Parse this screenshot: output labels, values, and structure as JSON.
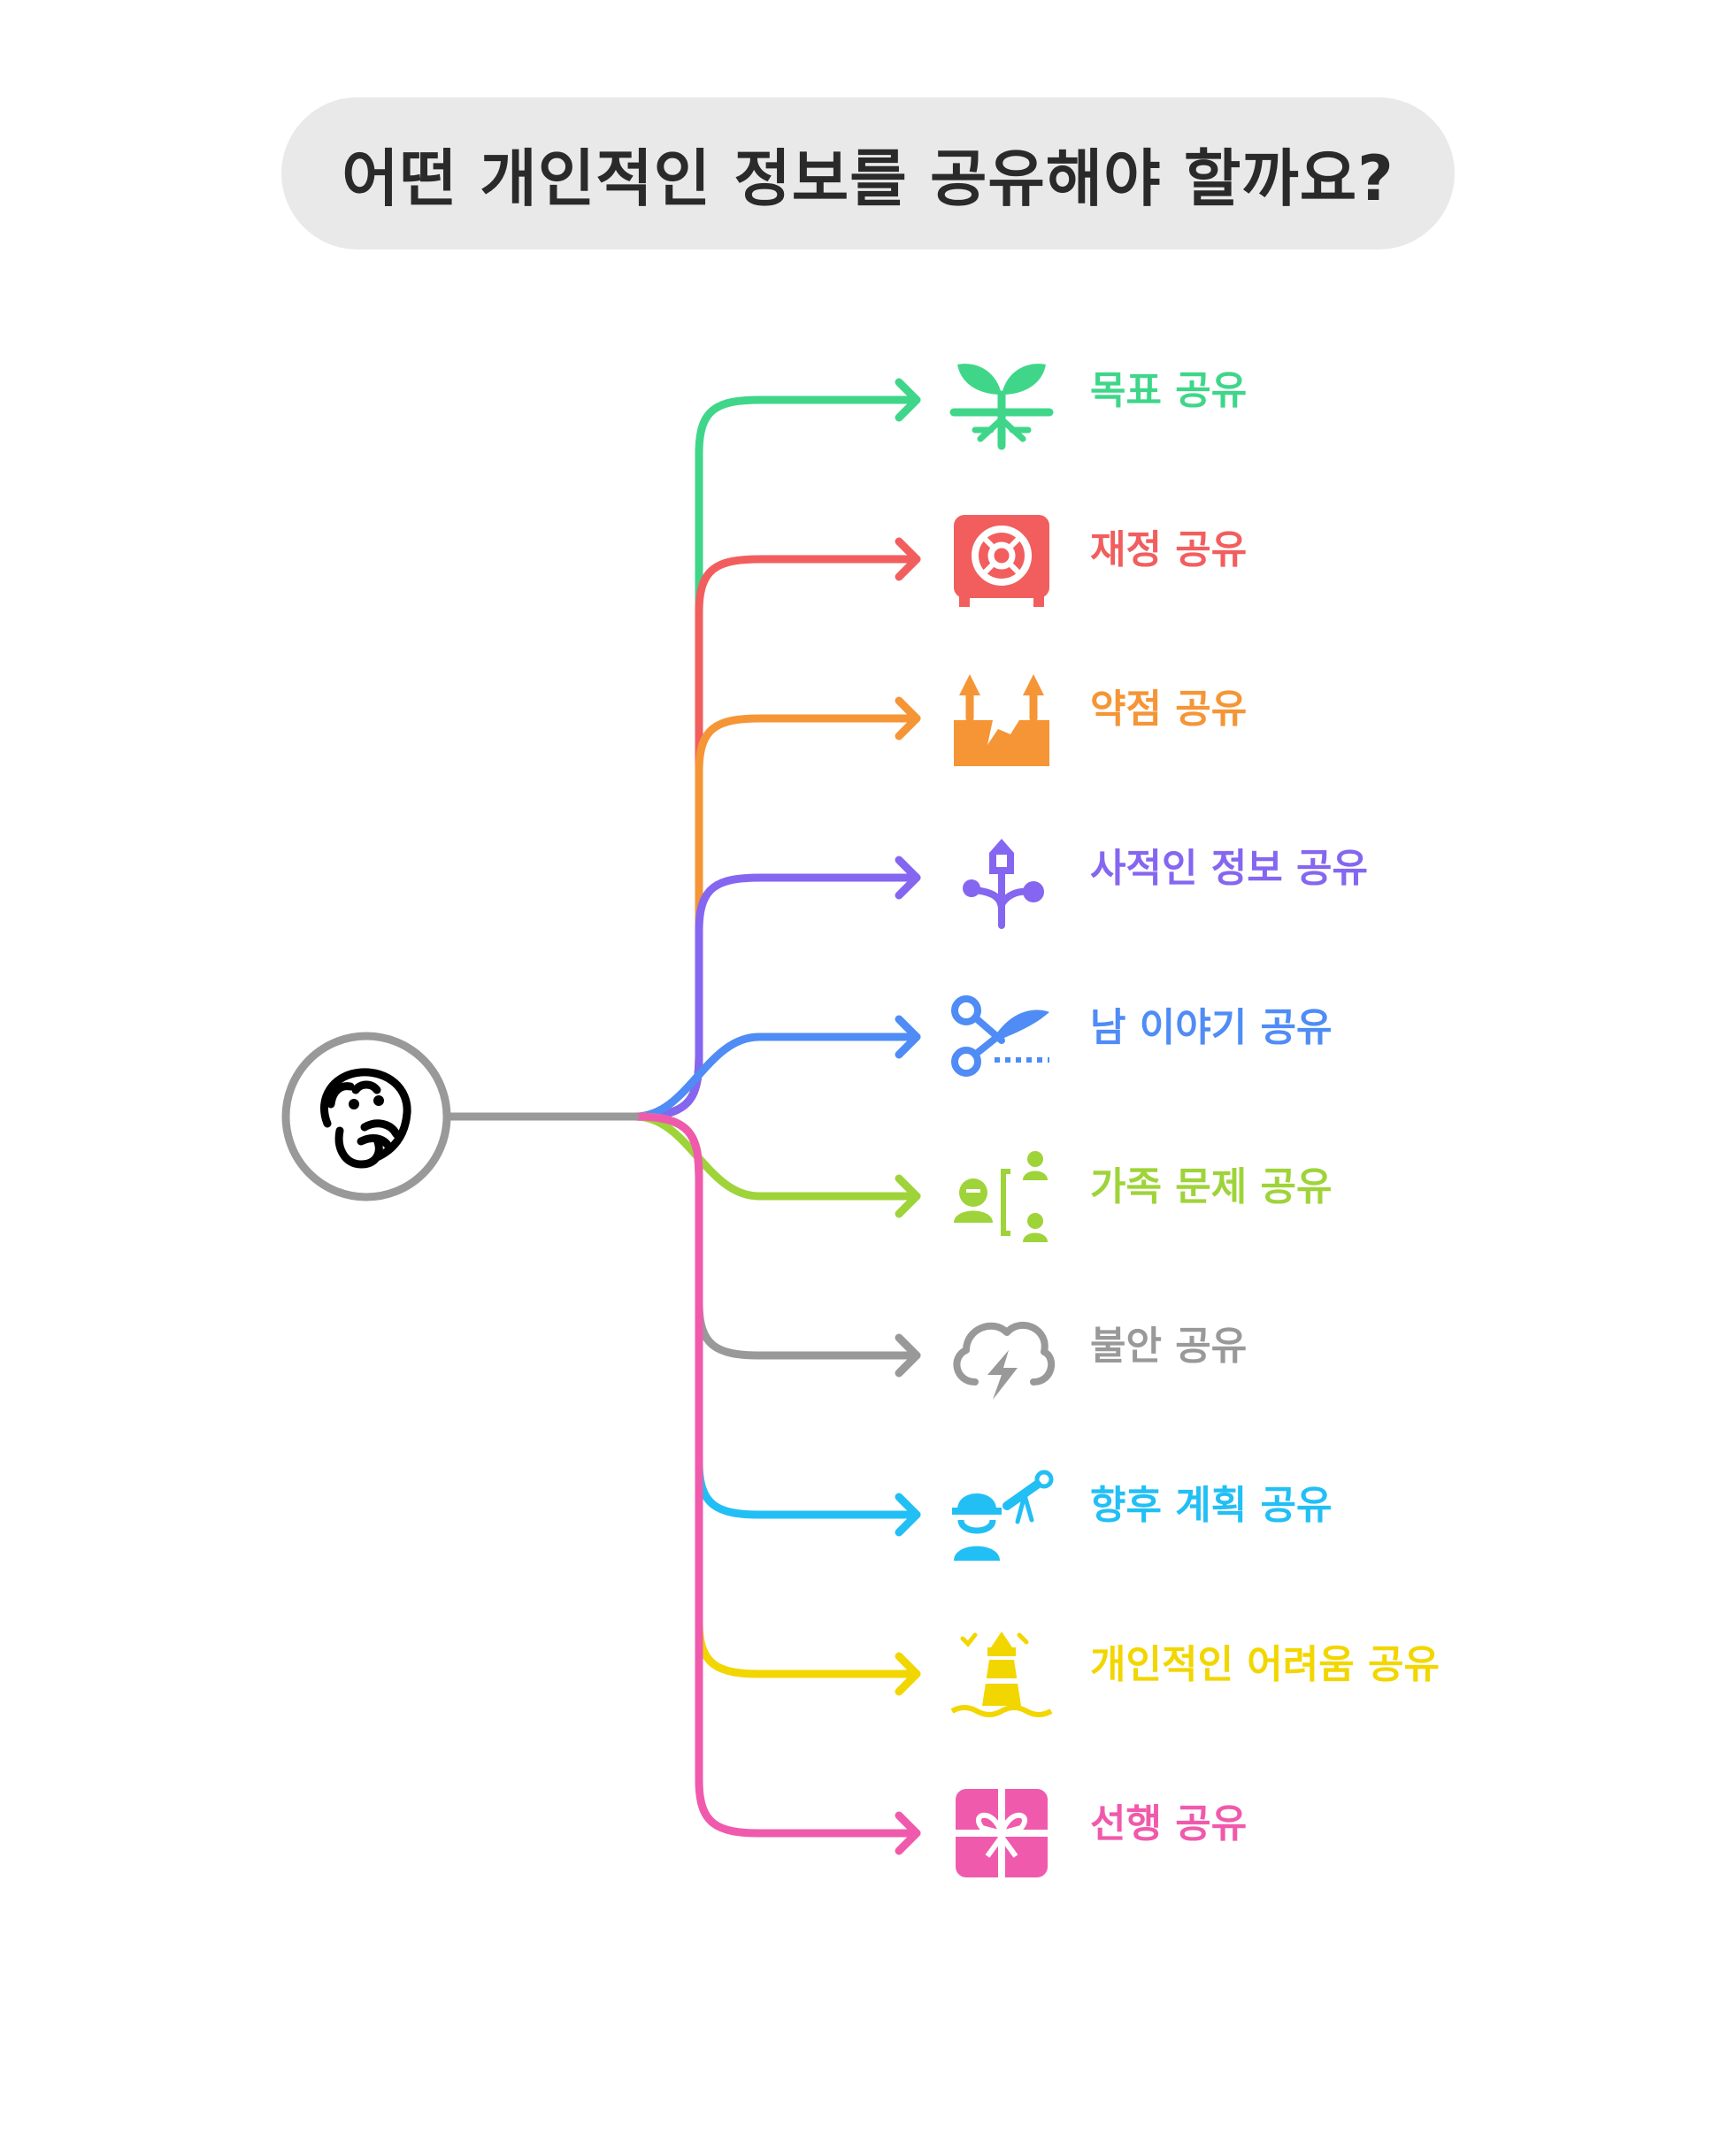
{
  "title": "어떤 개인적인 정보를 공유해야 할까요?",
  "center": {
    "icon": "thinking-face-icon",
    "color": "#999999"
  },
  "items": [
    {
      "label": "목표 공유",
      "color": "#3fd68a",
      "icon": "sprout-icon"
    },
    {
      "label": "재정 공유",
      "color": "#f25e5e",
      "icon": "safe-icon"
    },
    {
      "label": "약점 공유",
      "color": "#f59536",
      "icon": "cracked-ground-icon"
    },
    {
      "label": "사적인 정보 공유",
      "color": "#8566f0",
      "icon": "branching-tree-icon"
    },
    {
      "label": "남 이야기 공유",
      "color": "#4f8cf5",
      "icon": "scissors-icon"
    },
    {
      "label": "가족 문제 공유",
      "color": "#9fd33a",
      "icon": "family-connection-icon"
    },
    {
      "label": "불안 공유",
      "color": "#999999",
      "icon": "storm-cloud-icon"
    },
    {
      "label": "향후 계획 공유",
      "color": "#22bff5",
      "icon": "worker-telescope-icon"
    },
    {
      "label": "개인적인 어려움 공유",
      "color": "#f2d600",
      "icon": "lighthouse-icon"
    },
    {
      "label": "선행 공유",
      "color": "#f05aac",
      "icon": "gift-icon"
    }
  ]
}
